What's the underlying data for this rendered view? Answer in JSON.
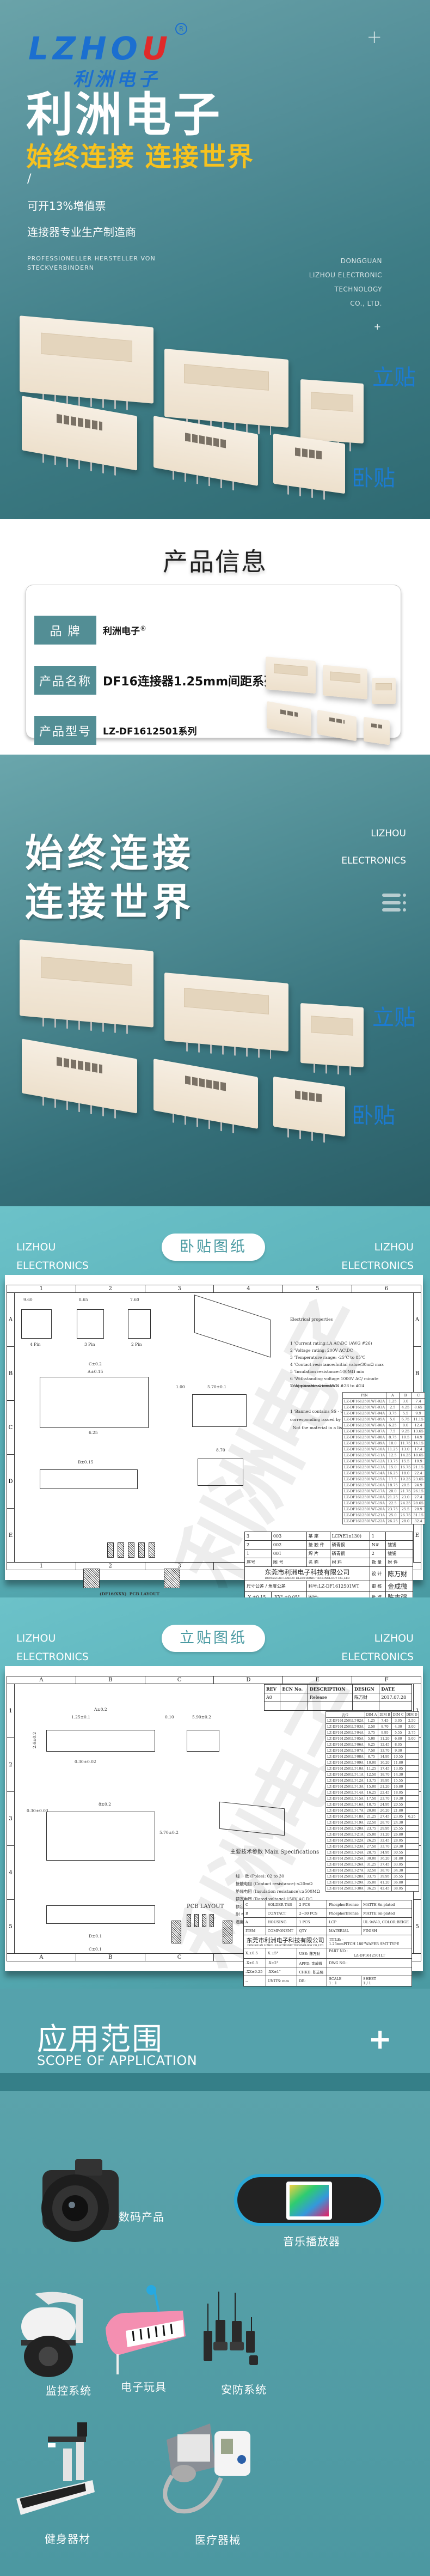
{
  "hero": {
    "logo_en_1": "LZHO",
    "logo_en_2": "U",
    "logo_cn": "利洲电子",
    "logo_reg": "R",
    "plus": "+",
    "title": "利洲电子",
    "slogan": "始终连接  连接世界",
    "slash": "/",
    "vat": "可开13%增值票",
    "maker": "连接器专业生产制造商",
    "german": [
      "PROFESSIONELLER HERSTELLER VON",
      "STECKVERBINDERN"
    ],
    "company": [
      "DONGGUAN",
      "LIZHOU ELECTRONIC",
      "TECHNOLOGY",
      "CO., LTD."
    ],
    "plus2": "+",
    "tag_vertical": "立贴",
    "tag_horizontal": "卧贴"
  },
  "product_info": {
    "title": "产品信息",
    "rows": [
      {
        "label": "品  牌",
        "value": "利洲电子",
        "sup": "®"
      },
      {
        "label": "产品名称",
        "value": "DF16连接器1.25mm间距系列"
      },
      {
        "label": "产品型号",
        "value": "LZ-DF1612501系列"
      }
    ]
  },
  "banner": {
    "line1": "始终连接",
    "line2": "连接世界",
    "en": [
      "LIZHOU",
      "ELECTRONICS"
    ]
  },
  "horizontal_drawing": {
    "side_left": [
      "LIZHOU",
      "ELECTRONICS"
    ],
    "side_right": [
      "LIZHOU",
      "ELECTRONICS"
    ],
    "pill": "卧贴图纸",
    "cols": [
      "1",
      "2",
      "3",
      "4",
      "5",
      "6"
    ],
    "rows": [
      "A",
      "B",
      "C",
      "D",
      "E"
    ],
    "pin_labels": [
      "4 Pin",
      "3 Pin",
      "2 Pin"
    ],
    "dims_top": [
      "9.60",
      "8.65",
      "7.60"
    ],
    "electrical_title": "Electrical properties",
    "electrical": [
      "1 'Current rating:1A AC\\DC (AWG #26)",
      "2 'Voltage rating: 200V AC\\DC",
      "3 'Temperature range: -25℃ to 85℃",
      "4 'Contact resistance:Initial value/30mΩ max",
      "5 'Insulation resistance:100MΩ min",
      "6 'Withstanding voltage:1000V AC/ minute",
      "7 'Applicable wire:AWG #28 to #24"
    ],
    "env_title": "Environmental controls",
    "env": [
      "1 'Banned contains SS - 00259 are restricted substances. 2 'The",
      "corresponding issued by SGS or ITS icp-aes data.",
      "  Not the material in a list, and validity."
    ],
    "dims": [
      "C±0.2",
      "A±0.15",
      "1.25",
      "0.30",
      "1.60",
      "6.25",
      "5.70±0.1",
      "1.00",
      "2.10",
      "0.60",
      "B±0.15",
      "8.70",
      "4.20",
      "2.50",
      "0.75",
      "2.2"
    ],
    "pcb_label": "(DF16/XXX)  PCB LAYOUT",
    "pin_table_head": [
      "PIN",
      "A",
      "B",
      "C"
    ],
    "pin_table": [
      [
        "LZ-DF1612501WT-02A",
        "1.25",
        "3.0",
        "7.4"
      ],
      [
        "LZ-DF1612501WT-03A",
        "2.5",
        "4.25",
        "8.65"
      ],
      [
        "LZ-DF1612501WT-04A",
        "3.75",
        "5.5",
        "9.9"
      ],
      [
        "LZ-DF1612501WT-05A",
        "5.0",
        "6.75",
        "11.15"
      ],
      [
        "LZ-DF1612501WT-06A",
        "6.25",
        "8.0",
        "12.4"
      ],
      [
        "LZ-DF1612501WT-07A",
        "7.5",
        "9.25",
        "13.65"
      ],
      [
        "LZ-DF1612501WT-08A",
        "8.75",
        "10.5",
        "14.9"
      ],
      [
        "LZ-DF1612501WT-09A",
        "10.0",
        "11.75",
        "16.15"
      ],
      [
        "LZ-DF1612501WT-10A",
        "11.25",
        "13.0",
        "17.4"
      ],
      [
        "LZ-DF1612501WT-11A",
        "12.5",
        "14.25",
        "18.65"
      ],
      [
        "LZ-DF1612501WT-12A",
        "13.75",
        "15.5",
        "19.9"
      ],
      [
        "LZ-DF1612501WT-13A",
        "15.0",
        "16.75",
        "21.15"
      ],
      [
        "LZ-DF1612501WT-14A",
        "16.25",
        "18.0",
        "22.4"
      ],
      [
        "LZ-DF1612501WT-15A",
        "17.5",
        "19.25",
        "23.65"
      ],
      [
        "LZ-DF1612501WT-16A",
        "18.75",
        "20.5",
        "24.9"
      ],
      [
        "LZ-DF1612501WT-17A",
        "20.0",
        "21.75",
        "26.15"
      ],
      [
        "LZ-DF1612501WT-18A",
        "21.25",
        "23.0",
        "27.4"
      ],
      [
        "LZ-DF1612501WT-19A",
        "22.5",
        "24.25",
        "28.65"
      ],
      [
        "LZ-DF1612501WT-20A",
        "23.75",
        "25.5",
        "29.9"
      ],
      [
        "LZ-DF1612501WT-21A",
        "25.0",
        "26.75",
        "31.15"
      ],
      [
        "LZ-DF1612501WT-22A",
        "26.25",
        "28.0",
        "32.4"
      ]
    ],
    "bom": [
      [
        "3",
        "003",
        "基  座",
        "LCP(E1n130)",
        "1",
        ""
      ],
      [
        "2",
        "002",
        "接 触 件",
        "磷青铜",
        "N#",
        "镀锡"
      ],
      [
        "1",
        "001",
        "焊  片",
        "磷青铜",
        "2",
        "镀锡"
      ],
      [
        "序号",
        "图  号",
        "名  称",
        "材  料",
        "数 量",
        "附  件"
      ]
    ],
    "company_cn": "东莞市利洲电子科技有限公司",
    "company_en": "DONGGUAN LIZHOU ELECTRONIC TECHNOLOGY CO.,LTD",
    "design_label": "设 计",
    "design": "陈万财",
    "review_label": "审 核",
    "review": "金成微",
    "approve_label": "批 准",
    "approve": "陈志强",
    "tol_head": [
      "尺寸公差",
      "角度公差"
    ],
    "tol": [
      [
        "X.",
        "±0.2",
        ".X°",
        "±0.1°"
      ],
      [
        ".X",
        "±0.15",
        ".XX°",
        "±0.05°"
      ],
      [
        ".XX",
        "±0.1",
        ".XXX°",
        "±0.005°"
      ]
    ],
    "part_label": "料号:",
    "part_no": "LZ-DF1612501WT",
    "dwg_label": "图号:",
    "unit_label": "单位",
    "unit": "mm",
    "scale_label": "比例:",
    "scale": "--",
    "pages_label": "页数:",
    "pages": "1/1",
    "version_label": "版本:",
    "version": "A1"
  },
  "vertical_drawing": {
    "side_left": [
      "LIZHOU",
      "ELECTRONICS"
    ],
    "side_right": [
      "LIZHOU",
      "ELECTRONICS"
    ],
    "pill": "立贴图纸",
    "cols": [
      "A",
      "B",
      "C",
      "D",
      "E",
      "F"
    ],
    "rows": [
      "1",
      "2",
      "3",
      "4",
      "5"
    ],
    "rev_head": [
      "REV",
      "ECN No.",
      "DESCRIPTION",
      "DESIGN",
      "DATE"
    ],
    "rev_row": [
      "A0",
      "",
      "Release",
      "陈万财",
      "2017.07.28"
    ],
    "dims": [
      "A±0.2",
      "1.25±0.1",
      "2.6±0.2",
      "2.34",
      "0.30±0.02",
      "0.10",
      "5.90±0.2",
      "8±0.2",
      "0.30±0.03",
      "5.70±0.2",
      "1.6±0.1",
      "D±0.1",
      "C±0.1"
    ],
    "pcb_label": "PCB LAYOUT",
    "spec_title": "主要技术参数 Main Specifications",
    "specs": [
      "线    数 (Poles): 02 to 30",
      "接触电阻 (Contact resistance):≤20mΩ",
      "绝缘电阻 (Insulation resistance):≥500MΩ",
      "额定电压 (Rated voltage):150V AC DC",
      "额定电流 (Rated current):1.0A AC DC",
      "耐 电 压 (Withstand Voltage): 500V AC/minute",
      "温度范围 (Temperature Range) :-40℃~ +120℃"
    ],
    "dim_table_head": [
      "孔位",
      "DIM A",
      "DIM B",
      "DIM C",
      "DIM D"
    ],
    "dim_table": [
      [
        "LZ-DF1612501LT-02A",
        "1.25",
        "7.45",
        "3.05",
        "2.50"
      ],
      [
        "LZ-DF1612501LT-03A",
        "2.50",
        "8.70",
        "4.30",
        "3.00"
      ],
      [
        "LZ-DF1612501LT-04A",
        "3.75",
        "9.95",
        "5.55",
        "3.75"
      ],
      [
        "LZ-DF1612501LT-05A",
        "5.00",
        "11.20",
        "6.80",
        "5.00"
      ],
      [
        "LZ-DF1612501LT-06A",
        "6.25",
        "12.45",
        "8.05",
        ""
      ],
      [
        "LZ-DF1612501LT-07A",
        "7.50",
        "13.70",
        "9.30",
        ""
      ],
      [
        "LZ-DF1612501LT-08A",
        "8.75",
        "14.95",
        "10.55",
        ""
      ],
      [
        "LZ-DF1612501LT-09A",
        "10.00",
        "16.20",
        "11.80",
        ""
      ],
      [
        "LZ-DF1612501LT-10A",
        "11.25",
        "17.45",
        "13.05",
        ""
      ],
      [
        "LZ-DF1612501LT-11A",
        "12.50",
        "18.70",
        "14.30",
        ""
      ],
      [
        "LZ-DF1612501LT-12A",
        "13.75",
        "19.95",
        "15.55",
        ""
      ],
      [
        "LZ-DF1612501LT-13A",
        "15.00",
        "21.20",
        "16.80",
        ""
      ],
      [
        "LZ-DF1612501LT-14A",
        "16.25",
        "22.45",
        "18.05",
        ""
      ],
      [
        "LZ-DF1612501LT-15A",
        "17.50",
        "23.70",
        "19.30",
        ""
      ],
      [
        "LZ-DF1612501LT-16A",
        "18.75",
        "24.95",
        "20.55",
        ""
      ],
      [
        "LZ-DF1612501LT-17A",
        "20.00",
        "26.20",
        "21.80",
        ""
      ],
      [
        "LZ-DF1612501LT-18A",
        "21.25",
        "27.45",
        "23.05",
        "6.25"
      ],
      [
        "LZ-DF1612501LT-19A",
        "22.50",
        "28.70",
        "24.30",
        ""
      ],
      [
        "LZ-DF1612501LT-20A",
        "23.75",
        "29.95",
        "25.55",
        ""
      ],
      [
        "LZ-DF1612501LT-21A",
        "25.00",
        "31.20",
        "26.80",
        ""
      ],
      [
        "LZ-DF1612501LT-22A",
        "26.25",
        "32.45",
        "28.05",
        ""
      ],
      [
        "LZ-DF1612501LT-23A",
        "27.50",
        "33.70",
        "29.30",
        ""
      ],
      [
        "LZ-DF1612501LT-24A",
        "28.75",
        "34.95",
        "30.55",
        ""
      ],
      [
        "LZ-DF1612501LT-25A",
        "30.00",
        "36.20",
        "31.80",
        ""
      ],
      [
        "LZ-DF1612501LT-26A",
        "31.25",
        "37.45",
        "33.05",
        ""
      ],
      [
        "LZ-DF1612501LT-27A",
        "32.50",
        "38.70",
        "34.30",
        ""
      ],
      [
        "LZ-DF1612501LT-28A",
        "33.75",
        "39.95",
        "35.55",
        ""
      ],
      [
        "LZ-DF1612501LT-29A",
        "35.00",
        "41.20",
        "36.80",
        ""
      ],
      [
        "LZ-DF1612501LT-30A",
        "36.25",
        "42.45",
        "38.05",
        ""
      ]
    ],
    "bom_head": [
      "ITEM",
      "COMPONENT",
      "QTY",
      "MATERIAL",
      "FINISH"
    ],
    "bom": [
      [
        "C",
        "SOLDER TAB",
        "2 PCS",
        "PhosphorBronze",
        "MATTE Sn-plated"
      ],
      [
        "B",
        "CONTACT",
        "2~30 PCS",
        "PhosphorBronze",
        "MATTE Sn-plated"
      ],
      [
        "A",
        "HOUSING",
        "1 PCS",
        "LCP",
        "UL 94V-0, COLOR:BEIGE"
      ]
    ],
    "company_cn": "东莞市利洲电子科技有限公司",
    "company_en": "DONGGUAN LIZHOU ELECTRONIC TECHNOLOGY CO.,LTD",
    "title_label": "TITLE: -",
    "title_value": "1.25mmPITCH 180°WAFER SMT TYPE",
    "tol": [
      [
        "X.±0.5",
        "X.±5°"
      ],
      [
        ".X±0.3",
        ".X±2°"
      ],
      [
        ".XX±0.25",
        ".XX±1°"
      ],
      [
        "--",
        "--"
      ]
    ],
    "use_label": "USE:",
    "use": "陈万财",
    "appd_label": "APPD:",
    "appd": "金成微",
    "chkd_label": "CHKD:",
    "chkd": "陈志强",
    "dr_label": "DR:",
    "units_label": "UNITS:",
    "units": "mm",
    "part_label": "PART NO.:",
    "part_no": "LZ-DF1612501LT",
    "dwg_label": "DWG NO.:",
    "scale_label": "SCALE",
    "scale": "1 : 1",
    "sheet_label": "SHEET",
    "sheet": "1 / 1"
  },
  "application": {
    "title_cn": "应用范围",
    "title_en": "SCOPE OF APPLICATION",
    "plus": "+",
    "items": [
      {
        "label": "数码产品",
        "icon": "camera"
      },
      {
        "label": "音乐播放器",
        "icon": "music-player"
      },
      {
        "label": "监控系统",
        "icon": "surveillance-camera"
      },
      {
        "label": "电子玩具",
        "icon": "toy-piano"
      },
      {
        "label": "安防系统",
        "icon": "walkie-talkie"
      },
      {
        "label": "健身器材",
        "icon": "treadmill"
      },
      {
        "label": "医疗器械",
        "icon": "blood-pressure-monitor"
      }
    ]
  },
  "colors": {
    "teal_dark": "#2f6a72",
    "teal_mid": "#538e95",
    "teal_light": "#6cc2c9",
    "brand_blue": "#1b6fd0",
    "brand_red": "#e02a2a",
    "slogan_yellow": "#f7c21e",
    "tag_blue": "#1b7bd3"
  }
}
